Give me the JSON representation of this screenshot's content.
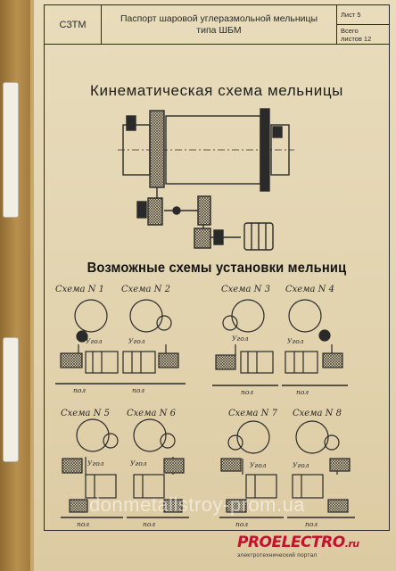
{
  "header": {
    "code": "СЗТМ",
    "title_line1": "Паспорт шаровой углеразмольной мельницы",
    "title_line2": "типа ШБМ",
    "sheet_label": "Лист 5",
    "total_label_1": "Всего",
    "total_label_2": "листов 12"
  },
  "section1_title": "Кинематическая схема мельницы",
  "section2_title": "Возможные схемы установки мельниц",
  "schemes": [
    {
      "label": "Схема N 1",
      "angle_label": "Угол",
      "floor_label": "пол"
    },
    {
      "label": "Схема N 2",
      "angle_label": "Угол",
      "floor_label": "пол"
    },
    {
      "label": "Схема N 3",
      "angle_label": "Угол",
      "floor_label": "пол"
    },
    {
      "label": "Схема N 4",
      "angle_label": "Угол",
      "floor_label": "пол"
    },
    {
      "label": "Схема N 5",
      "angle_label": "Угол",
      "floor_label": "пол"
    },
    {
      "label": "Схема N 6",
      "angle_label": "Угол",
      "floor_label": "пол"
    },
    {
      "label": "Схема N 7",
      "angle_label": "Угол",
      "floor_label": "пол"
    },
    {
      "label": "Схема N 8",
      "angle_label": "Угол",
      "floor_label": "пол"
    }
  ],
  "watermark": "donmetallstroy-prom.ua",
  "logo": {
    "brand": "PROELECTRO",
    "brand_suffix": ".ru",
    "tagline": "электротехнический портал"
  }
}
